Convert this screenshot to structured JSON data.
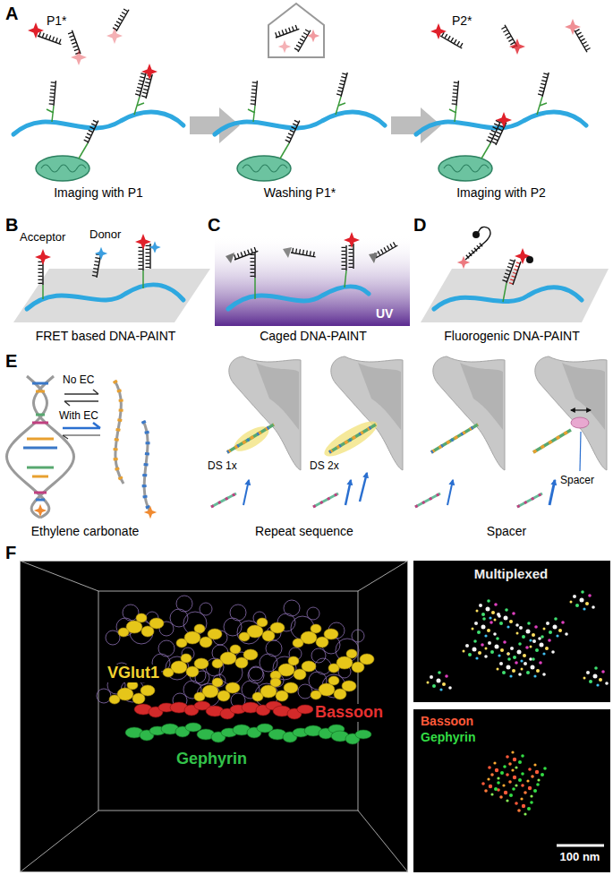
{
  "diagram": {
    "labels": [
      "A",
      "P1*",
      "P2*",
      "Imaging with P1",
      "Washing P1*",
      "Imaging with P2",
      "B",
      "Acceptor",
      "Donor",
      "C",
      "UV",
      "D",
      "FRET based DNA-PAINT",
      "Caged DNA-PAINT",
      "Fluorogenic DNA-PAINT",
      "E",
      "No EC",
      "With EC",
      "DS 1x",
      "DS 2x",
      "Spacer",
      "Ethylene carbonate",
      "Repeat sequence",
      "Spacer",
      "F",
      "VGlut1",
      "Bassoon",
      "Gephyrin",
      "Multiplexed",
      "Bassoon",
      "Gephyrin",
      "100 nm"
    ]
  }
}
